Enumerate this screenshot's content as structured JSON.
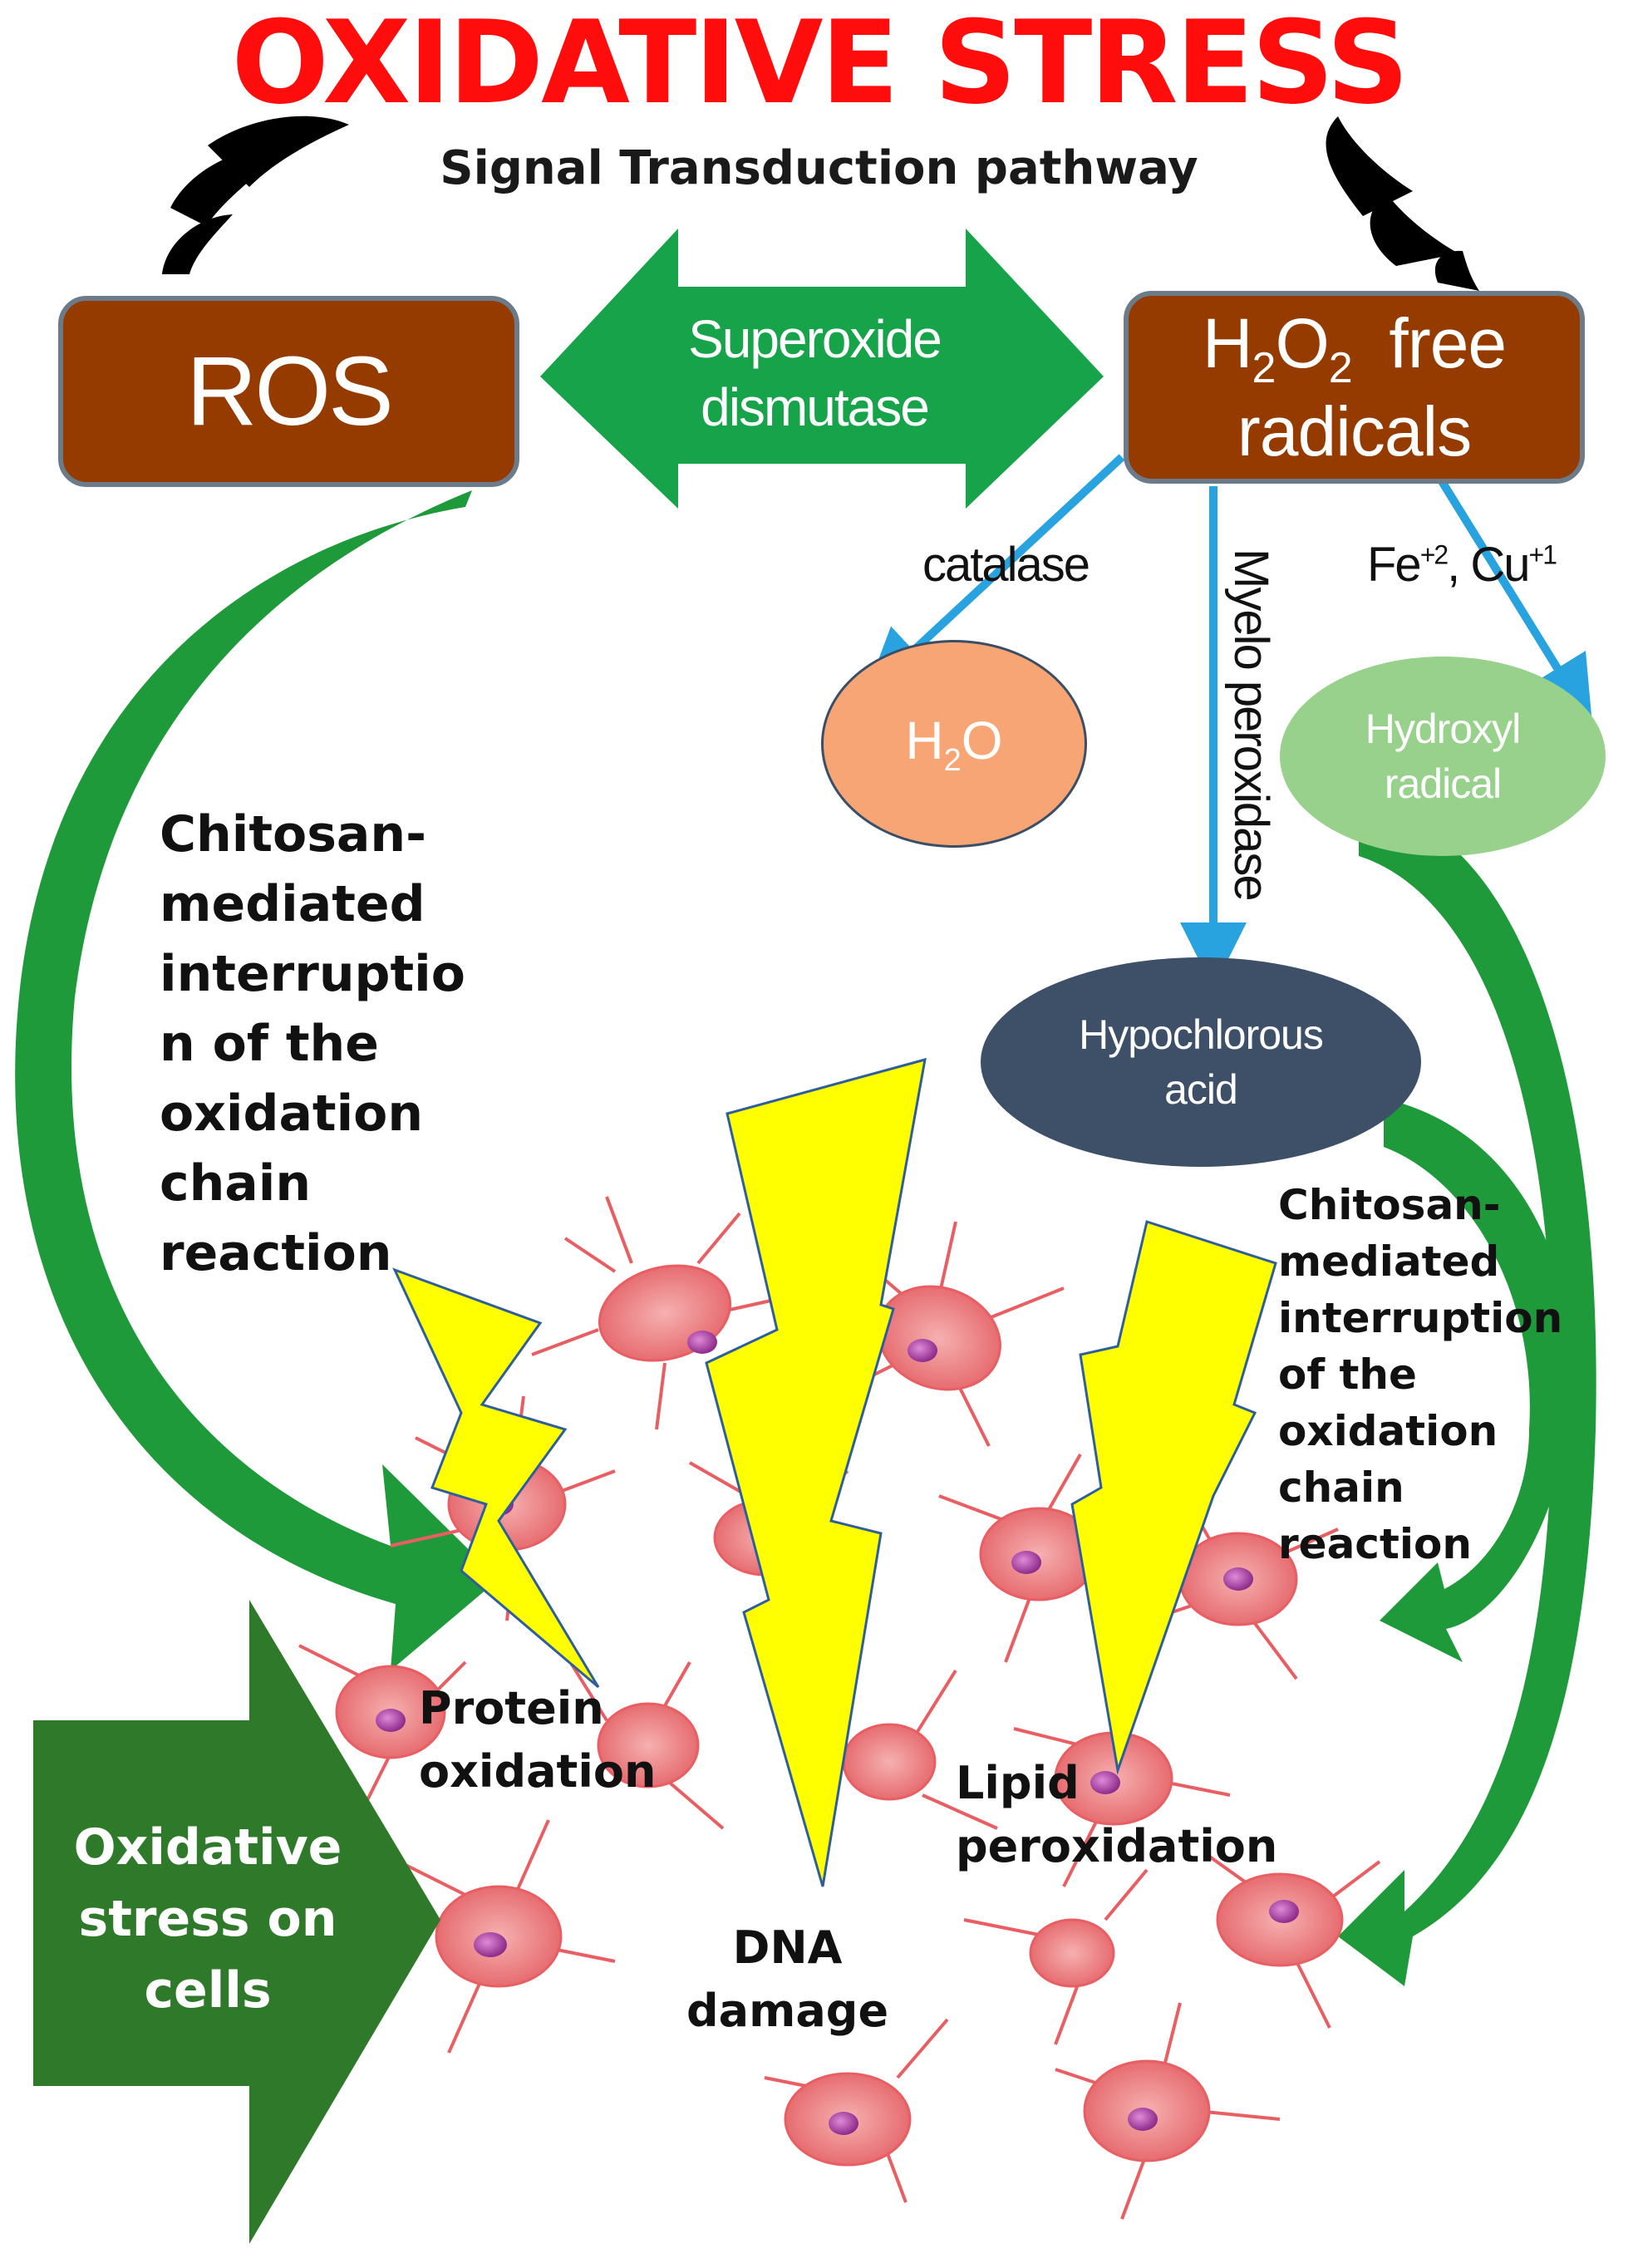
{
  "header": {
    "title": "OXIDATIVE STRESS",
    "subtitle": "Signal Transduction pathway"
  },
  "nodes": {
    "ros": "ROS",
    "h2o2": {
      "formula_h": "H",
      "sub2a": "2",
      "formula_o": "O",
      "sub2b": "2",
      "line1_rest": "free",
      "line2": "radicals"
    },
    "sod": {
      "line1": "Superoxide",
      "line2": "dismutase"
    },
    "h2o": {
      "h": "H",
      "sub": "2",
      "o": "O"
    },
    "hydroxyl": {
      "line1": "Hydroxyl",
      "line2": "radical"
    },
    "hocl": {
      "line1": "Hypochlorous",
      "line2": "acid"
    }
  },
  "edge_labels": {
    "catalase": "catalase",
    "myeloperoxidase": "Myelo peroxidase",
    "fe": "Fe",
    "fe_sup": "+2",
    "cu": ", Cu",
    "cu_sup": "+1"
  },
  "annotations": {
    "left_chitosan": [
      "Chitosan-",
      "mediated",
      "interruptio",
      "n of the",
      "oxidation",
      "chain",
      "reaction"
    ],
    "right_chitosan": [
      "Chitosan-",
      "mediated",
      "interruption",
      "of the",
      "oxidation",
      "chain",
      "reaction"
    ]
  },
  "damage": {
    "protein": [
      "Protein",
      "oxidation"
    ],
    "dna": [
      "DNA",
      "damage"
    ],
    "lipid": [
      "Lipid",
      "peroxidation"
    ]
  },
  "big_arrow": [
    "Oxidative",
    "stress on",
    "cells"
  ],
  "colors": {
    "title": "#ff0d0d",
    "box_brown": "#953b00",
    "sod_green": "#17a34a",
    "flow_green": "#1e9a3a",
    "dark_green": "#2f7a2a",
    "blue_arrow": "#29a3e0",
    "h2o_orange": "#f7a574",
    "hydroxyl_green": "#98d18b",
    "hocl_slate": "#3d5068",
    "bolt_yellow": "#ffff00",
    "cell_red": "#ef7a7a"
  }
}
